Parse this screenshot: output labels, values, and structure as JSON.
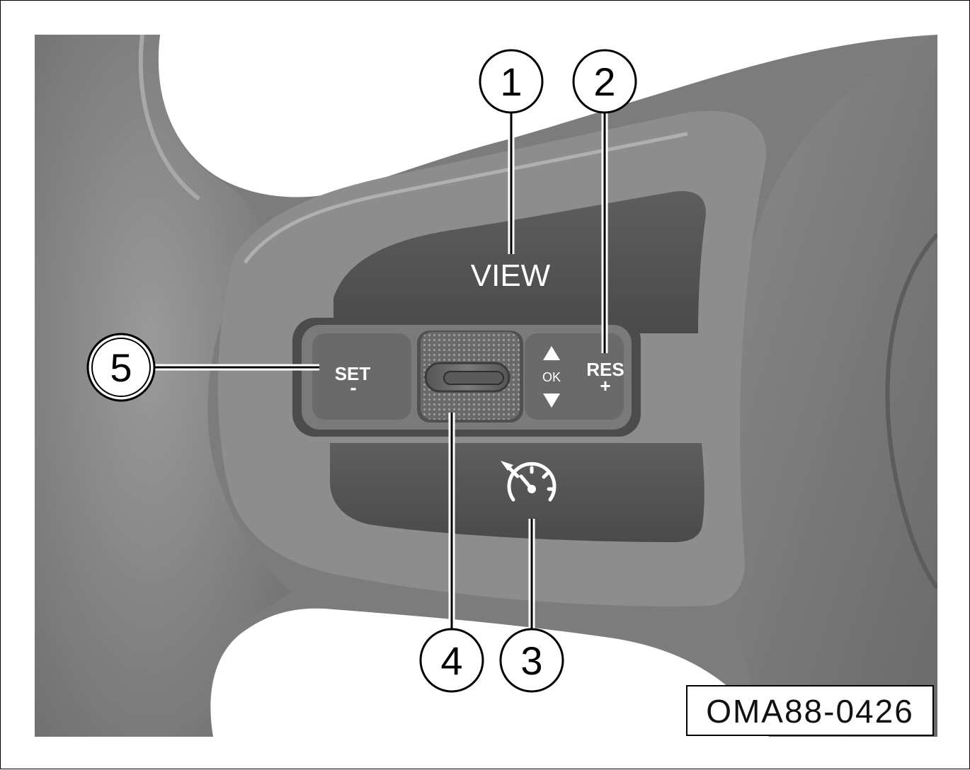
{
  "figure": {
    "code": "OMA88-0426"
  },
  "controls": {
    "view_label": "VIEW",
    "set_label": "SET",
    "set_symbol": "-",
    "res_label": "RES",
    "res_symbol": "+",
    "ok_label": "OK"
  },
  "callouts": [
    {
      "number": "1"
    },
    {
      "number": "2"
    },
    {
      "number": "3"
    },
    {
      "number": "4"
    },
    {
      "number": "5"
    }
  ]
}
